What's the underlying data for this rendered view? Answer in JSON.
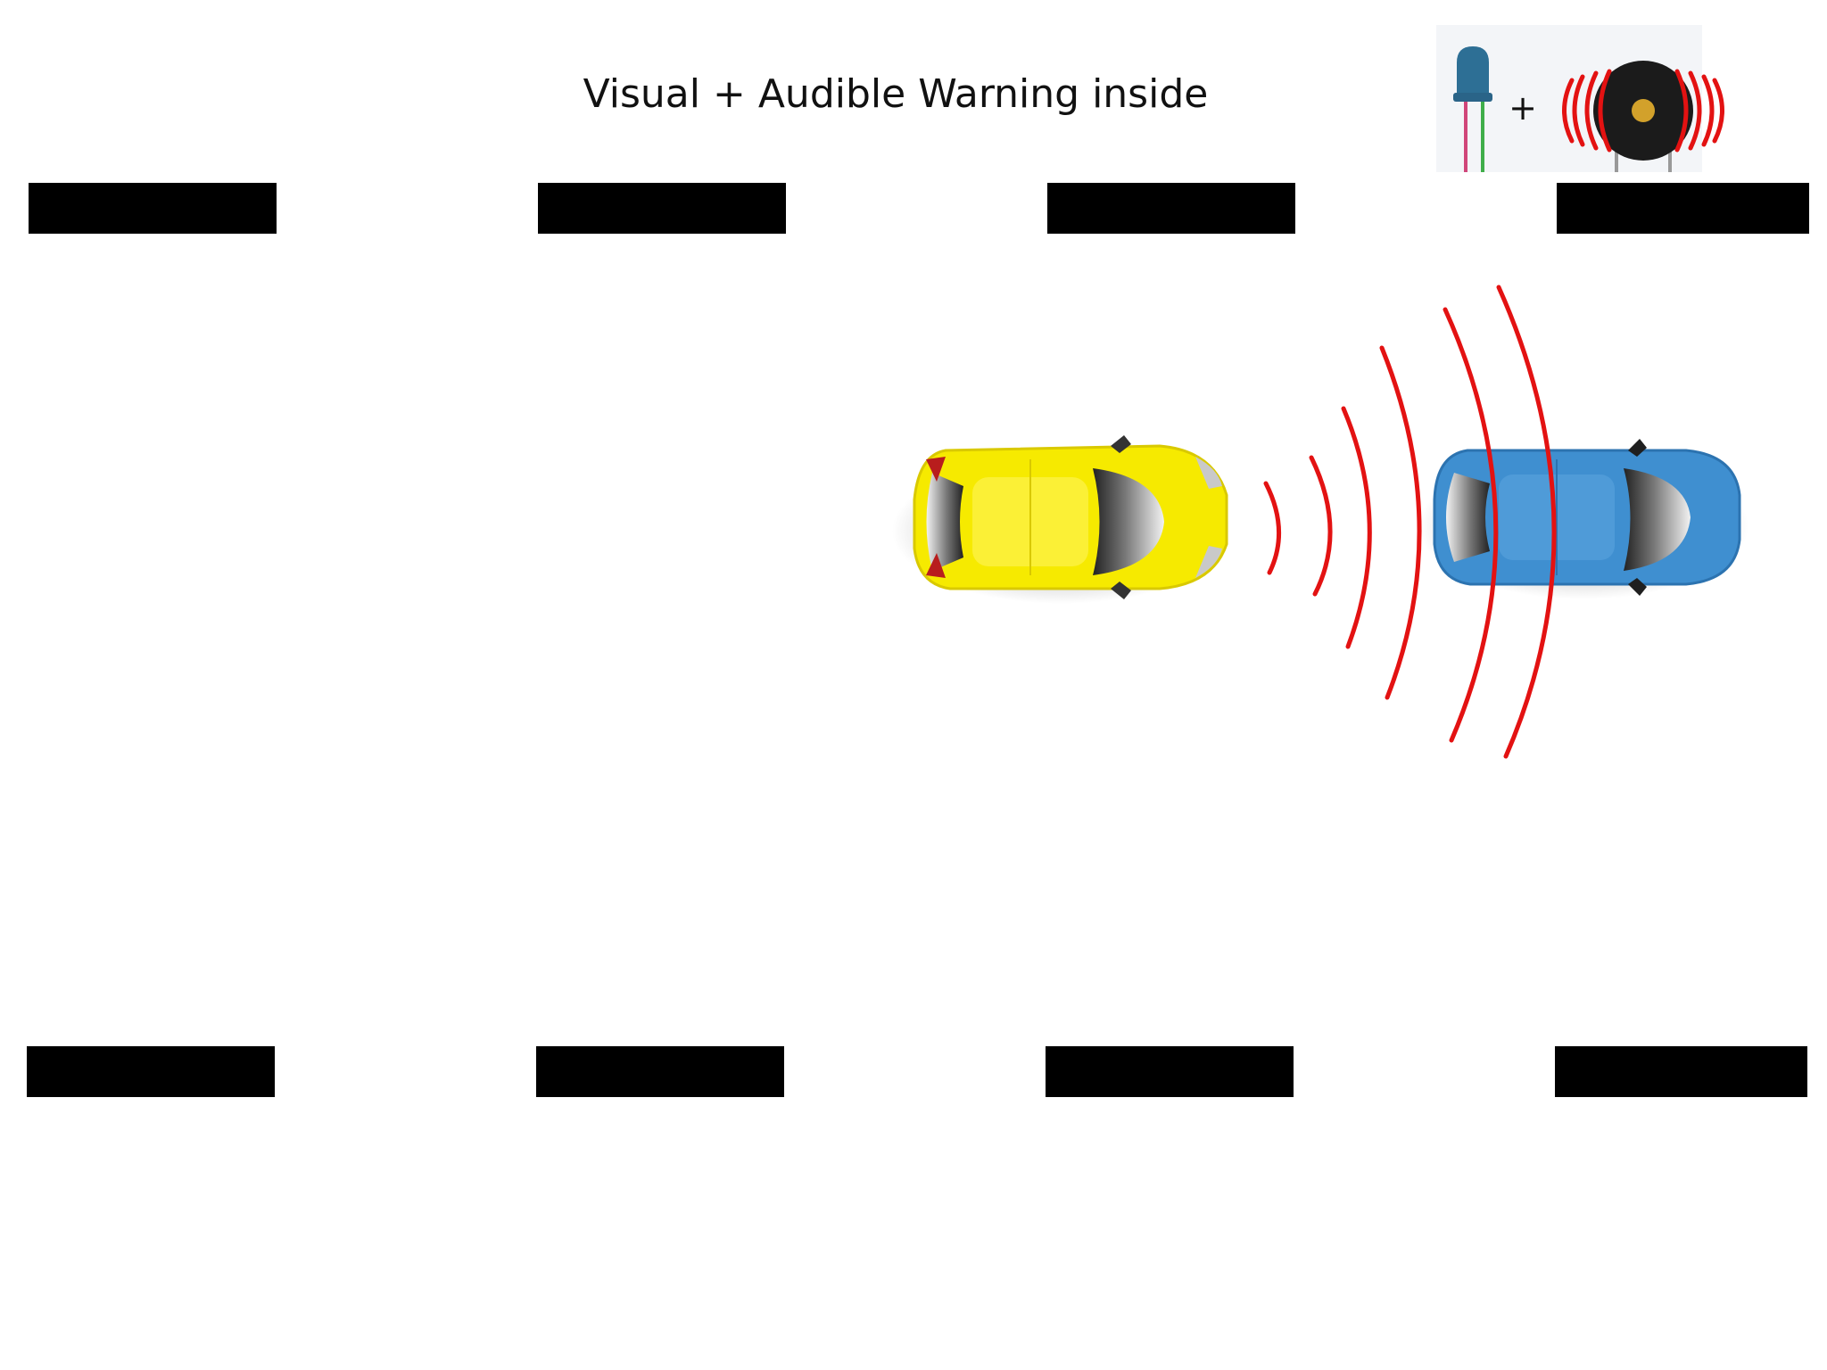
{
  "title": "Visual + Audible Warning inside",
  "legend": {
    "plus": "+",
    "items": [
      "led-icon",
      "buzzer-icon"
    ]
  },
  "cars": {
    "rear": {
      "color": "#f6ea00",
      "icon": "yellow-car-icon"
    },
    "front": {
      "color": "#3f8fd0",
      "icon": "blue-car-icon"
    }
  },
  "waves": {
    "color": "#e31212",
    "count": 6
  },
  "lane_markings": {
    "color": "#000000",
    "rows": 2,
    "per_row": 4
  }
}
